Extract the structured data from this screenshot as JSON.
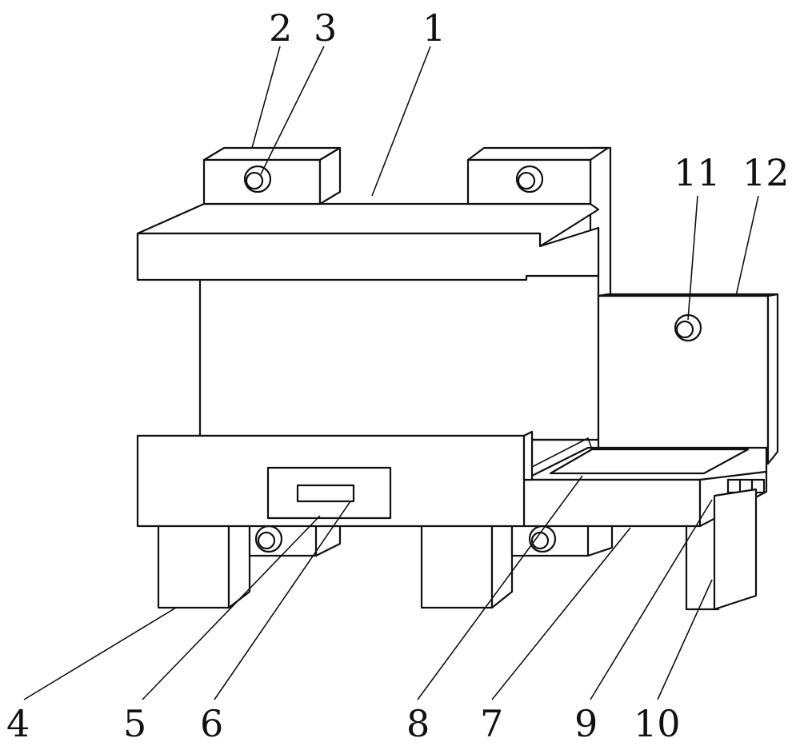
{
  "labels": {
    "l1": "1",
    "l2": "2",
    "l3": "3",
    "l4": "4",
    "l5": "5",
    "l6": "6",
    "l7": "7",
    "l8": "8",
    "l9": "9",
    "l10": "10",
    "l11": "11",
    "l12": "12"
  },
  "colors": {
    "line": "#111111",
    "background": "#ffffff"
  }
}
